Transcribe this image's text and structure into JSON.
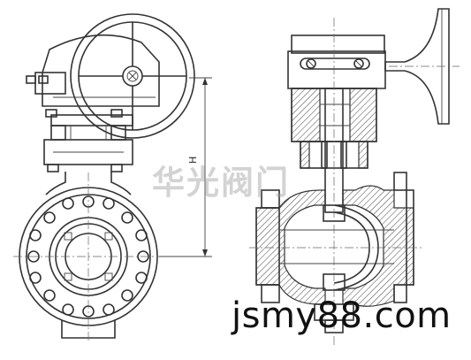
{
  "dimension": {
    "height_label": "H"
  },
  "watermark": "华光阀门",
  "site_url": "jsmy88.com"
}
